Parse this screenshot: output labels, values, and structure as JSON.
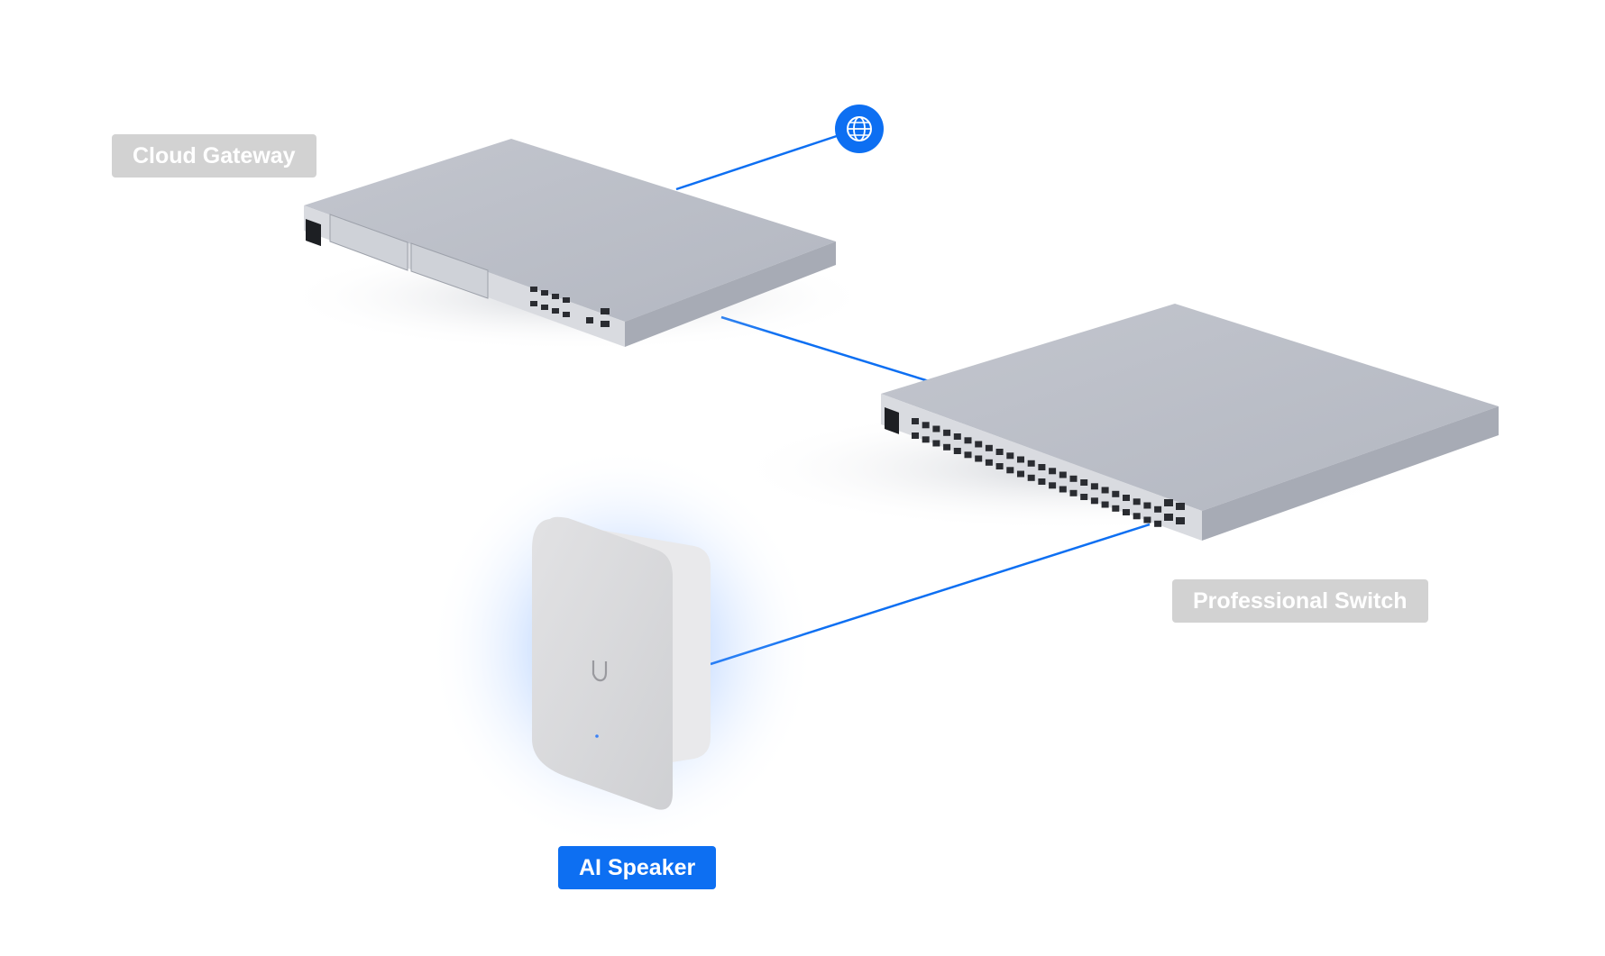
{
  "labels": {
    "gateway": "Cloud Gateway",
    "switch": "Professional Switch",
    "speaker": "AI Speaker"
  },
  "icons": {
    "internet": "globe-icon"
  },
  "colors": {
    "link": "#0d6ff2",
    "label_muted": "#d2d2d2",
    "label_active": "#0d6ff2",
    "device_body": "#c9ccd4"
  }
}
